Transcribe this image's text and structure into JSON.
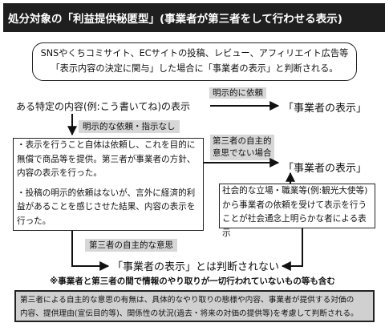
{
  "title": "処分対象の「利益提供秘匿型」(事業者が第三者をして行わせる表示)",
  "intro": {
    "line1": "SNSやくちコミサイト、ECサイトの投稿、レビュー、アフィリエイト広告等",
    "line2": "「表示内容の決定に関与」した場合に「事業者の表示」と判断される。"
  },
  "specific_content": "ある特定の内容(例:こう書いてね)の表示",
  "explicit_request": "明示的に依頼",
  "result_business_display": "「事業者の表示」",
  "no_explicit_request": "明示的な依頼・指示なし",
  "left_box": {
    "para1": "・表示を行うこと自体は依頼し、これを目的に無償で商品等を提供。第三者が事業者の方針、内容の表示を行った。",
    "para2": "・投稿の明示的依頼はないが、言外に経済的利益があることを感じさせた結果、内容の表示を行った。"
  },
  "not_third_party_will": {
    "line1": "第三者の自主的",
    "line2": "意思でない場合"
  },
  "right_box": "社会的な立場・職業等(例:観光大使等)から事業者の依頼を受けて表示を行うことが社会通念上明らかな者による表示",
  "third_party_will": "第三者の自主的な意思",
  "not_judged": "「事業者の表示」とは判断されない",
  "note": "※事業者と第三者の間で情報のやり取りが一切行われていないもの等も含む",
  "bottom": {
    "line1": "第三者による自主的な意思の有無は、具体的なやり取りの態様や内容、事業者が提供する対価の",
    "line2": "内容、提供理由(宣伝目的等)、関係性の状況(過去・将来の対価の提供等)を考慮して判断される。"
  }
}
